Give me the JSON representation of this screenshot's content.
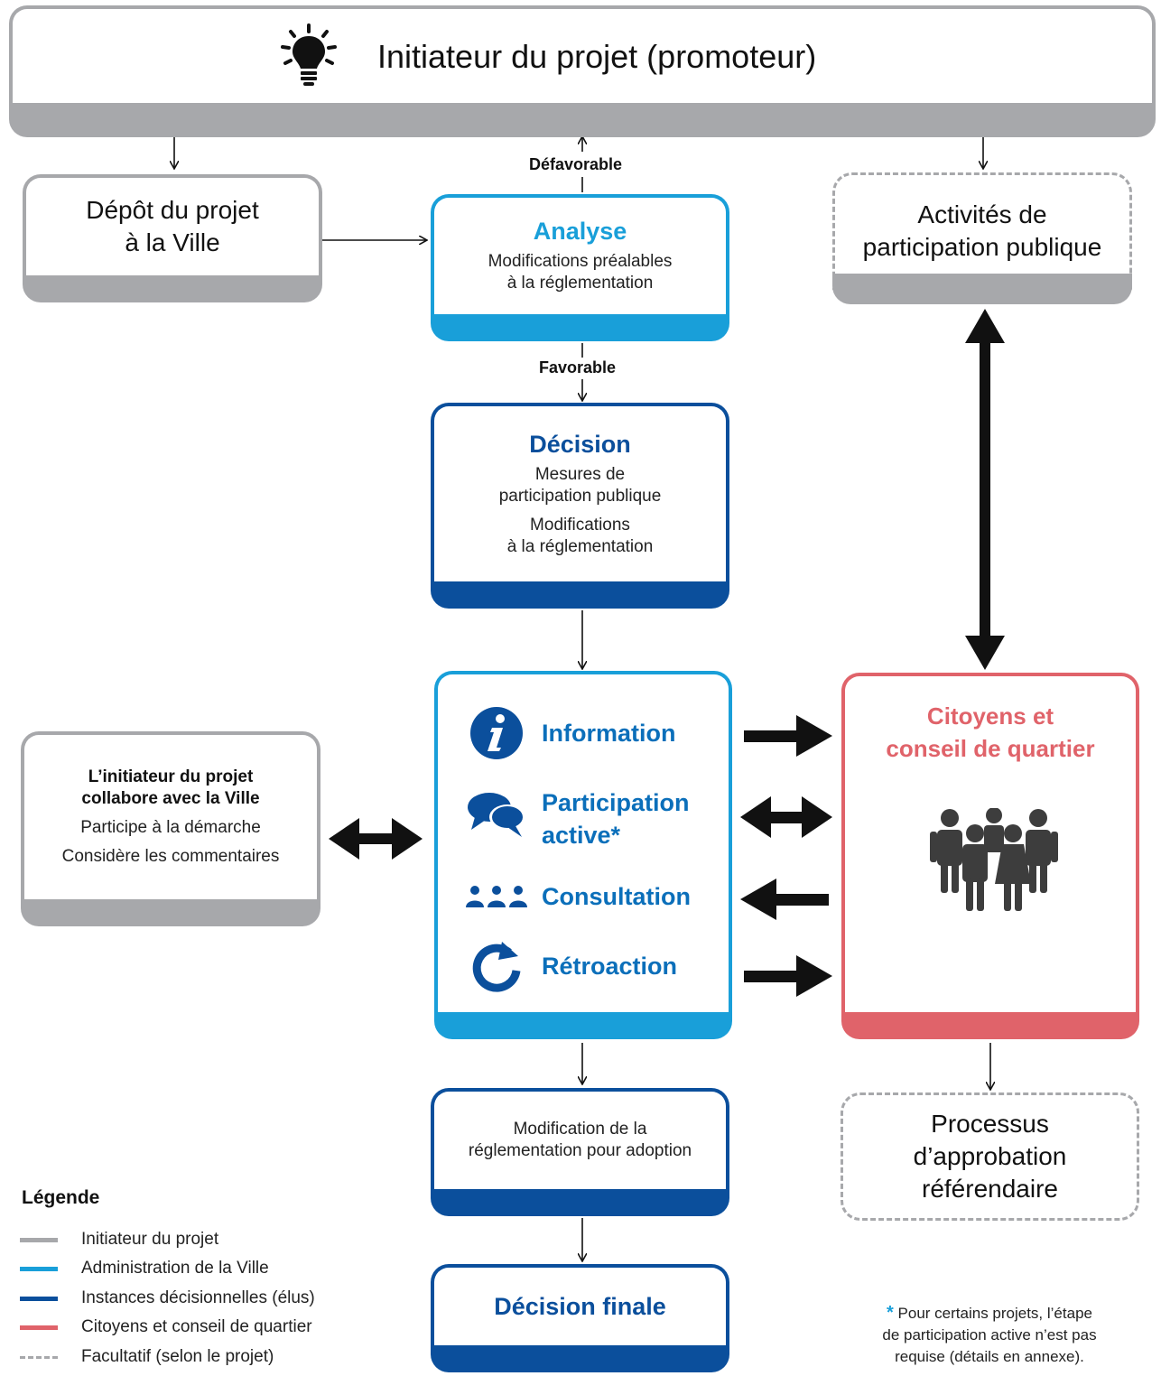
{
  "header": {
    "title": "Initiateur du projet (promoteur)"
  },
  "boxes": {
    "depot": {
      "line1": "Dépôt du projet",
      "line2": "à la Ville"
    },
    "analyse": {
      "title": "Analyse",
      "line1": "Modifications préalables",
      "line2": "à la réglementation"
    },
    "activites": {
      "line1": "Activités de",
      "line2": "participation publique"
    },
    "decision": {
      "title": "Décision",
      "line1": "Mesures de",
      "line2": "participation publique",
      "line3": "Modifications",
      "line4": "à la réglementation"
    },
    "collabore": {
      "bold1": "L’initiateur du projet",
      "bold2": "collabore avec la Ville",
      "line1": "Participe à la démarche",
      "line2": "Considère les commentaires"
    },
    "participation": {
      "items": [
        {
          "label": "Information",
          "icon": "info-icon"
        },
        {
          "label": "Participation",
          "label2": "active*",
          "icon": "speech-bubbles-icon"
        },
        {
          "label": "Consultation",
          "icon": "group-people-icon"
        },
        {
          "label": "Rétroaction",
          "icon": "refresh-arrow-icon"
        }
      ]
    },
    "citoyens": {
      "line1": "Citoyens et",
      "line2": "conseil de quartier",
      "icon": "citizens-group-icon"
    },
    "modification": {
      "line1": "Modification de la",
      "line2": "réglementation pour adoption"
    },
    "processus": {
      "line1": "Processus",
      "line2": "d’approbation",
      "line3": "référendaire"
    },
    "decision_finale": {
      "title": "Décision finale"
    }
  },
  "labels": {
    "defavorable": "Défavorable",
    "favorable": "Favorable"
  },
  "legend": {
    "title": "Légende",
    "items": [
      {
        "label": "Initiateur du projet",
        "color": "#a7a8ab"
      },
      {
        "label": "Administration de la Ville",
        "color": "#199fd9"
      },
      {
        "label": "Instances décisionnelles (élus)",
        "color": "#0b4f9c"
      },
      {
        "label": "Citoyens et conseil de quartier",
        "color": "#e0636a"
      },
      {
        "label": "Facultatif (selon le projet)",
        "color": "#a7a8ab",
        "style": "dashed"
      }
    ]
  },
  "footnote": {
    "star": "*",
    "line1": "Pour certains projets, l’étape",
    "line2": "de participation active n’est pas",
    "line3": "requise (détails en annexe)."
  },
  "colors": {
    "gray": "#a7a8ab",
    "light_blue": "#199fd9",
    "dark_blue": "#0b4f9c",
    "red": "#e0636a"
  }
}
